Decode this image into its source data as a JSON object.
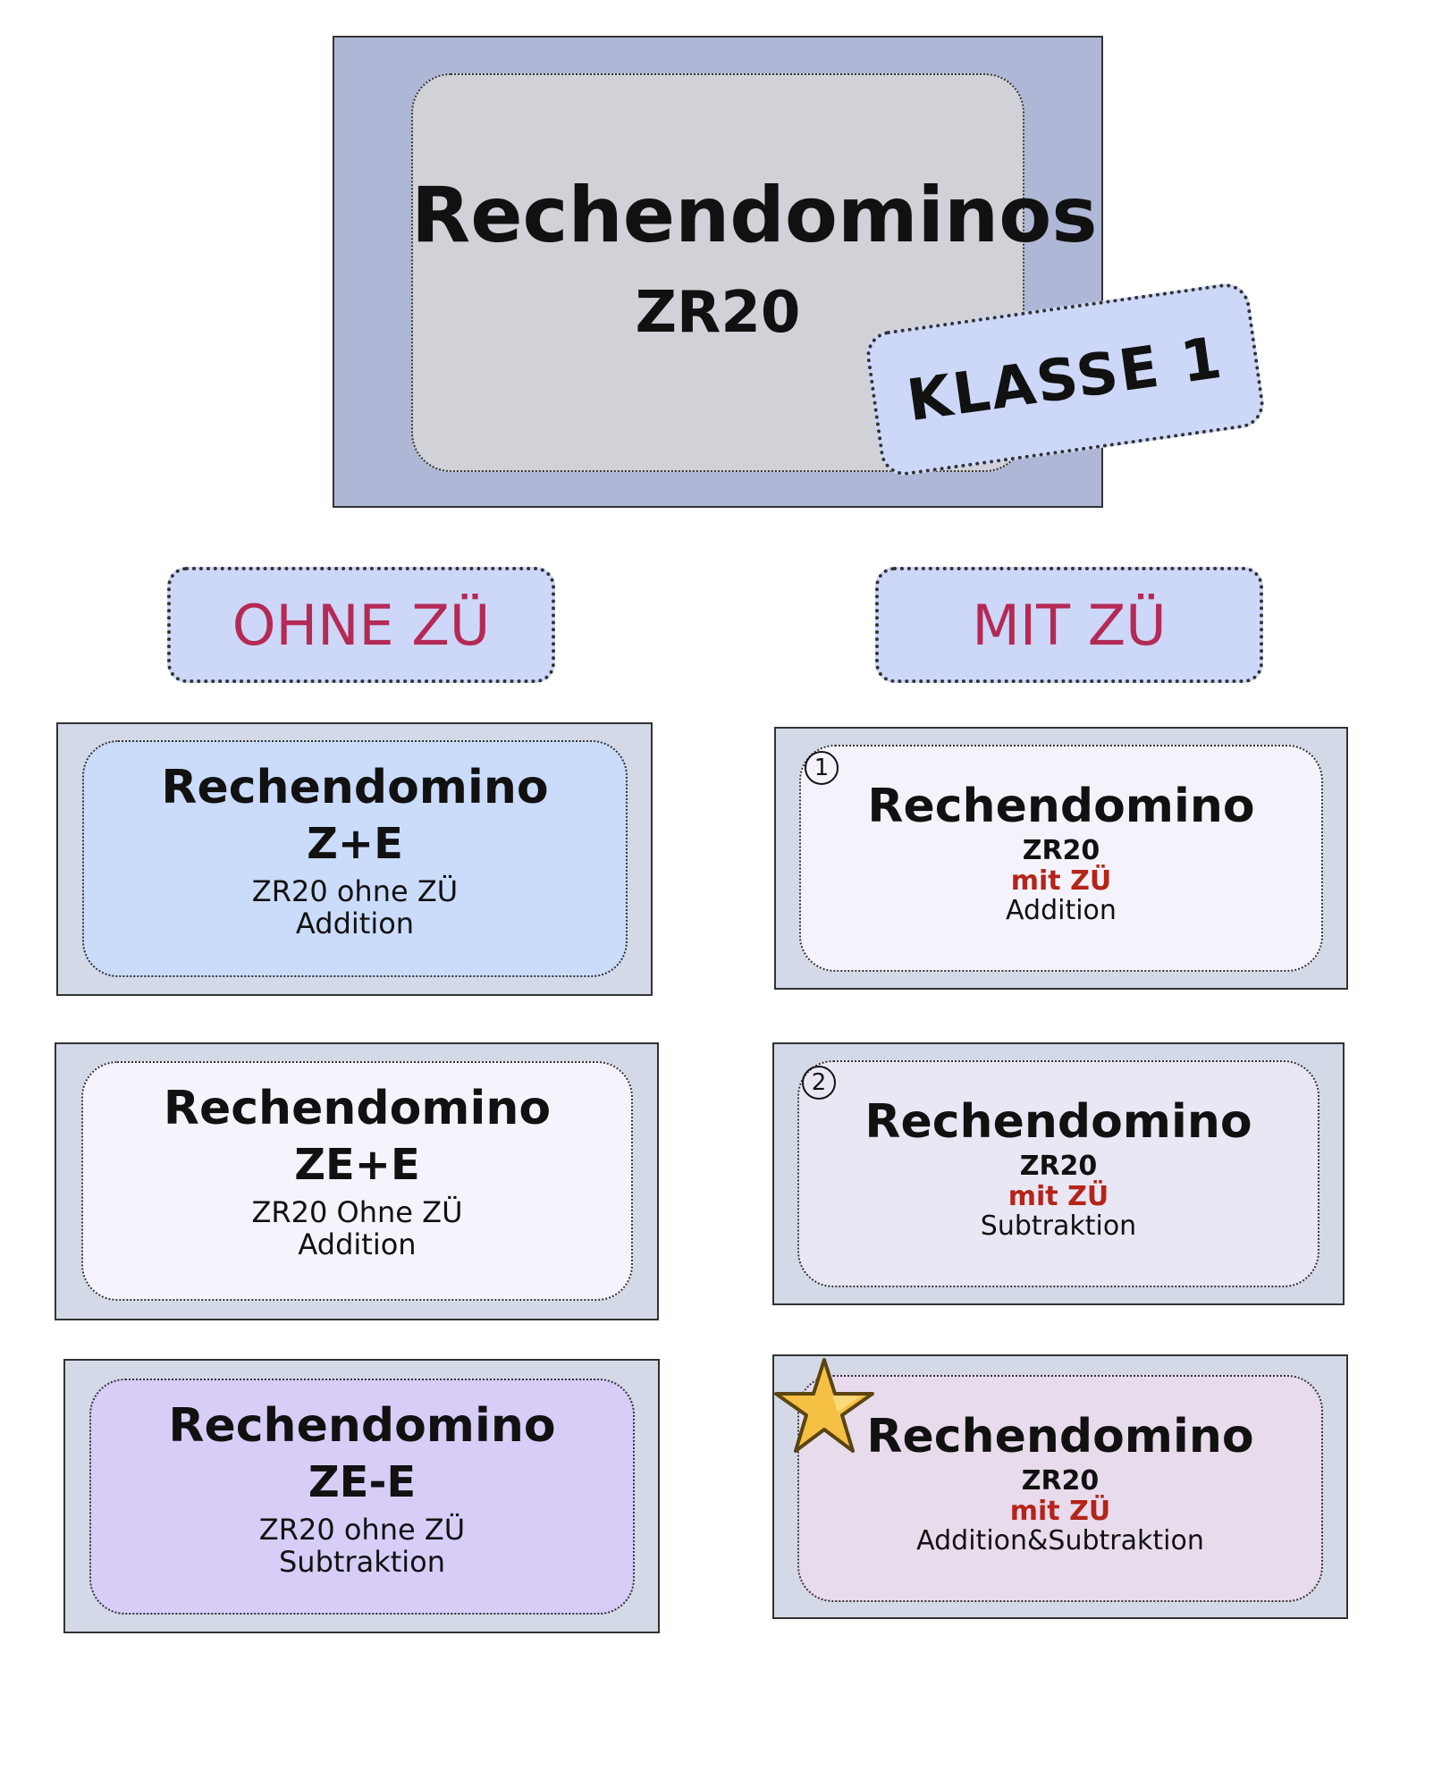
{
  "header": {
    "title": "Rechendominos",
    "subtitle": "ZR20",
    "badge": "KLASSE 1"
  },
  "sections": {
    "left": "OHNE ZÜ",
    "right": "MIT ZÜ"
  },
  "cards_left": [
    {
      "title": "Rechendomino",
      "code": "Z+E",
      "range": "ZR20 ohne ZÜ",
      "op": "Addition",
      "bg": "#cadcfa"
    },
    {
      "title": "Rechendomino",
      "code": "ZE+E",
      "range": "ZR20 Ohne ZÜ",
      "op": "Addition",
      "bg": "#f5f3fc"
    },
    {
      "title": "Rechendomino",
      "code": "ZE-E",
      "range": "ZR20 ohne ZÜ",
      "op": "Subtraktion",
      "bg": "#d7cdf7"
    }
  ],
  "cards_right": [
    {
      "marker": "1",
      "title": "Rechendomino",
      "range": "ZR20",
      "tag": "mit ZÜ",
      "op": "Addition",
      "bg": "#f4f3fb"
    },
    {
      "marker": "2",
      "title": "Rechendomino",
      "range": "ZR20",
      "tag": "mit ZÜ",
      "op": "Subtraktion",
      "bg": "#e8e7f3"
    },
    {
      "marker": "star-icon",
      "title": "Rechendomino",
      "range": "ZR20",
      "tag": "mit ZÜ",
      "op": "Addition&Subtraktion",
      "bg": "#e8dbec"
    }
  ],
  "colors": {
    "accent_red": "#b42a55",
    "tag_red": "#b52419",
    "pill_bg": "#cdd7f8",
    "title_frame": "#aeb7d6"
  }
}
